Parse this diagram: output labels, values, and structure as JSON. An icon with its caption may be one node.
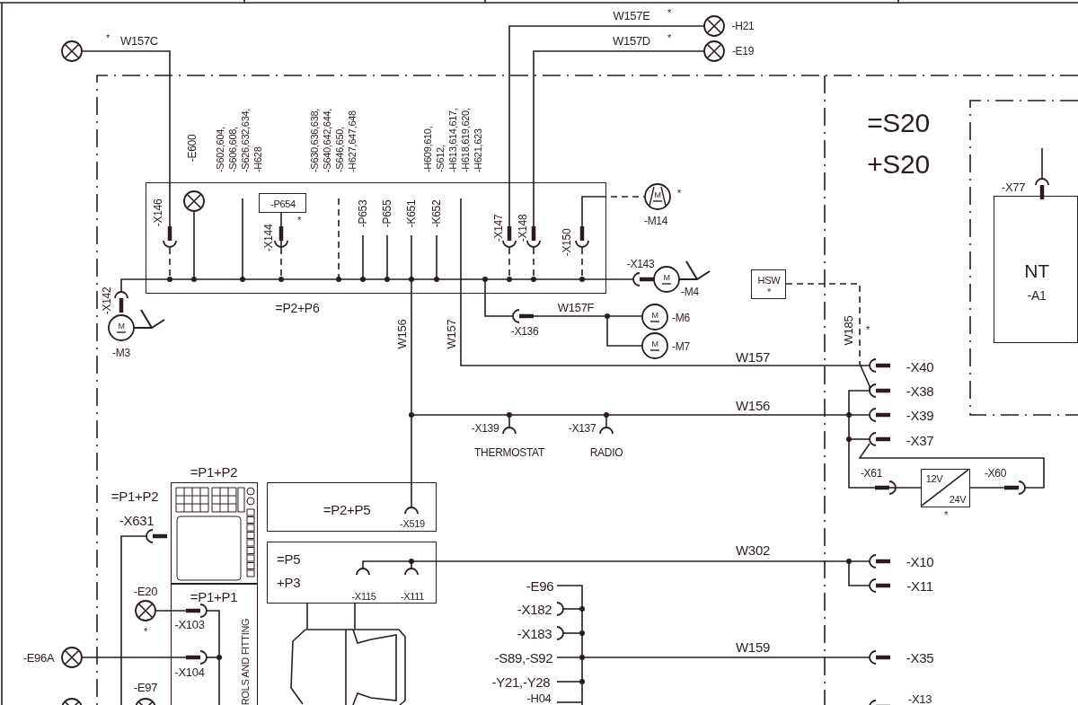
{
  "diagram": {
    "nodes": [
      {
        "text": [
          "=P2+P6"
        ]
      },
      {
        "text": [
          "-P654"
        ],
        "in": 0,
        "beside": [
          "*"
        ]
      },
      {
        "text": [
          "HSW",
          "*"
        ]
      },
      {
        "text": [
          "NT",
          "-A1"
        ]
      },
      {
        "text": [
          "=P2+P5",
          "-X519"
        ]
      },
      {
        "text": [
          "=P5 +P3",
          "-X115",
          "-X111"
        ]
      },
      {
        "text": [
          "=P1+P2"
        ]
      },
      {
        "text": [
          "=P1+P1",
          "ROLS AND FITTING"
        ]
      },
      {
        "text": [
          "12V",
          "24V"
        ],
        "beside": [
          "*"
        ]
      },
      {
        "text": [],
        "shape": "picture"
      }
    ],
    "edges": [
      {
        "from": 0,
        "to": 4,
        "arrow": "none",
        "label": "W156"
      },
      {
        "from": 5,
        "to": 9,
        "arrow": "none"
      },
      {
        "from": 5,
        "to": 9,
        "arrow": "none"
      },
      {
        "from": 1,
        "to": 0,
        "arrow": "other",
        "style": "dashed"
      },
      {
        "from": 2,
        "to": 8,
        "arrow": "none",
        "style": "dashed"
      }
    ],
    "labels": [
      "W157E",
      "*",
      "-H21",
      "W157D",
      "*",
      "-E19",
      "*",
      "W157C",
      "-E600",
      "-S602,604, -S606,608, -S626,632,634, -H628",
      "-S630,636,638, -S640,642,644, -S646,650, -H627,647,648",
      "-H609,610, -S612, -H613,614,617, -H618,619,620, -H621,623",
      "=S20",
      "+S20",
      "-X77",
      "-X146",
      "-X144",
      "-P653",
      "-P655",
      "-K651",
      "-K652",
      "-X147",
      "-X148",
      "-X150",
      "-M14",
      "*",
      "-X143",
      "-M4",
      "-X142",
      "-M3",
      "W157F",
      "-X136",
      "-M6",
      "-M7",
      "W185",
      "*",
      "W157",
      "W157",
      "-X40",
      "-X38",
      "W156",
      "-X39",
      "-X37",
      "-X139",
      "-X137",
      "THERMOSTAT",
      "RADIO",
      "-X61",
      "-X60",
      "=P1+P2",
      "-X631",
      "W302",
      "-X10",
      "-E20",
      "-E96",
      "-X11",
      "-X182",
      "-X103",
      "*",
      "-X183",
      "-E96A",
      "-X104",
      "-S89,-S92",
      "W159",
      "-X35",
      "-E97",
      "-Y21,-Y28",
      "-H04",
      "-X13",
      "M",
      "M",
      "M",
      "M",
      "M"
    ]
  }
}
